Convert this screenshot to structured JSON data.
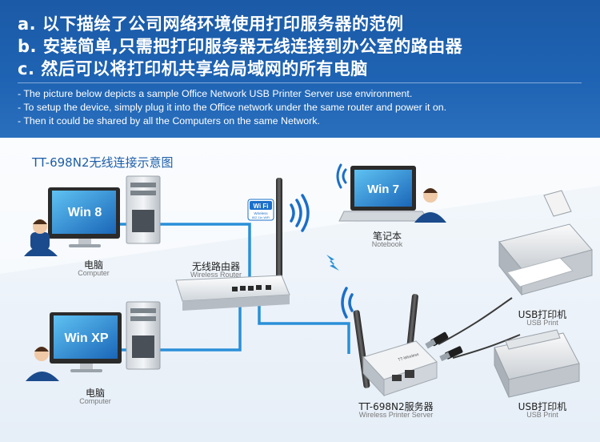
{
  "header": {
    "lines_cn": [
      "a. 以下描绘了公司网络环境使用打印服务器的范例",
      "b. 安装简单,只需把打印服务器无线连接到办公室的路由器",
      "c. 然后可以将打印机共享给局域网的所有电脑"
    ],
    "lines_en": [
      "- The picture below depicts a sample Office Network USB Printer Server use environment.",
      "- To setup the device, simply plug it into the Office network under the same router and power it on.",
      "- Then it could be shared by all the Computers on the same Network."
    ]
  },
  "diagram": {
    "title": "TT-698N2无线连接示意图",
    "computer1": {
      "os": "Win 8",
      "label_cn": "电脑",
      "label_en": "Computer"
    },
    "computer2": {
      "os": "Win XP",
      "label_cn": "电脑",
      "label_en": "Computer"
    },
    "router": {
      "label_cn": "无线路由器",
      "label_en": "Wireless Router"
    },
    "wifi_badge": {
      "text": "Wi Fi",
      "sub1": "Wireless",
      "sub2": "802.11n WiFi"
    },
    "notebook": {
      "os": "Win 7",
      "label_cn": "笔记本",
      "label_en": "Notebook"
    },
    "printer_server": {
      "label_cn": "TT-698N2服务器",
      "label_en": "Wireless Printer Server",
      "body_text": "TT-Wireless"
    },
    "printer1": {
      "label_cn": "USB打印机",
      "label_en": "USB Print"
    },
    "printer2": {
      "label_cn": "USB打印机",
      "label_en": "USB Print"
    }
  },
  "colors": {
    "header_blue": "#1e63b3",
    "cable_blue": "#2a8fd8",
    "title_blue": "#1c5ea8",
    "wifi_blue": "#1a6fc9"
  }
}
